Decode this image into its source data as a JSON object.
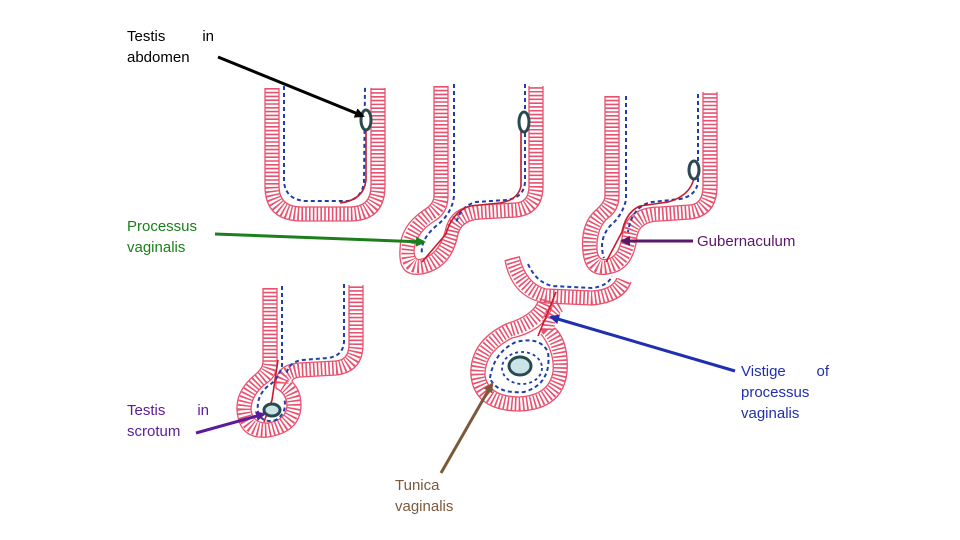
{
  "labels": {
    "testis_in_abdomen": {
      "line1_word1": "Testis",
      "line1_word2": "in",
      "line2": "abdomen",
      "color": "#000000"
    },
    "processus_vaginalis": {
      "line1": "Processus",
      "line2": "vaginalis",
      "color": "#1b7f1b"
    },
    "gubernaculum": {
      "text": "Gubernaculum",
      "color": "#5a1868"
    },
    "vestige_of_processus_vaginalis": {
      "line1_word1": "Vistige",
      "line1_word2": "of",
      "line2": "processus",
      "line3": "vaginalis",
      "color": "#1f2fb0"
    },
    "testis_in_scrotum": {
      "line1_word1": "Testis",
      "line1_word2": "in",
      "line2": "scrotum",
      "color": "#5a1c9b"
    },
    "tunica_vaginalis": {
      "line1": "Tunica",
      "line2": "vaginalis",
      "color": "#7a5a3a"
    }
  },
  "colors": {
    "body_wall": "#e8506e",
    "peritoneum_dashes": "#1f3fa8",
    "gubernaculum_line": "#c41c2c",
    "testis": "#2a4a50",
    "tunica_fill": "#c8e4e6"
  }
}
